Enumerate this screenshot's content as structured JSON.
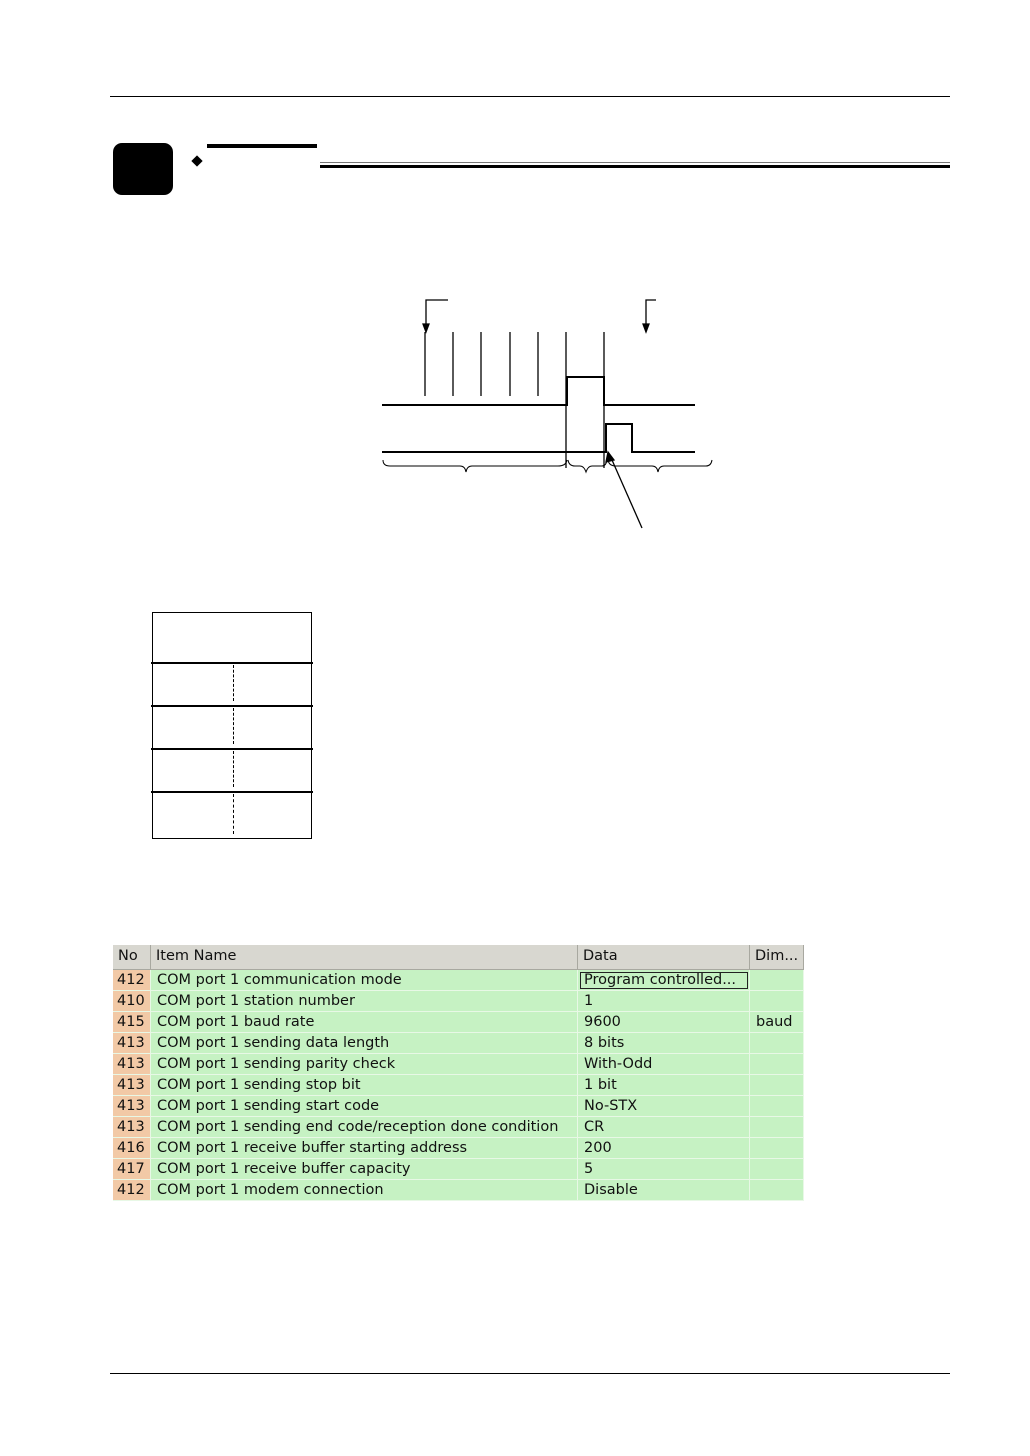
{
  "param_table": {
    "columns": [
      "No",
      "Item Name",
      "Data",
      "Dim..."
    ],
    "rows": [
      {
        "no": "412",
        "name": "COM port 1 communication mode",
        "data": "Program controlled...",
        "dim": ""
      },
      {
        "no": "410",
        "name": "COM port 1 station number",
        "data": "1",
        "dim": ""
      },
      {
        "no": "415",
        "name": "COM port 1 baud rate",
        "data": "9600",
        "dim": "baud"
      },
      {
        "no": "413",
        "name": "COM port 1 sending data length",
        "data": "8 bits",
        "dim": ""
      },
      {
        "no": "413",
        "name": "COM port 1 sending parity check",
        "data": "With-Odd",
        "dim": ""
      },
      {
        "no": "413",
        "name": "COM port 1 sending stop bit",
        "data": "1 bit",
        "dim": ""
      },
      {
        "no": "413",
        "name": "COM port 1 sending start code",
        "data": "No-STX",
        "dim": ""
      },
      {
        "no": "413",
        "name": "COM port 1 sending end code/reception done condition",
        "data": "CR",
        "dim": ""
      },
      {
        "no": "416",
        "name": "COM port 1 receive buffer starting address",
        "data": "200",
        "dim": ""
      },
      {
        "no": "417",
        "name": "COM port 1 receive buffer capacity",
        "data": "5",
        "dim": ""
      },
      {
        "no": "412",
        "name": "COM port 1 modem connection",
        "data": "Disable",
        "dim": ""
      }
    ],
    "selected_row": 0,
    "colors": {
      "row_bg": "#c6f2c3",
      "no_bg": "#f2c9a6",
      "header_bg": "#d8d7d0"
    }
  }
}
